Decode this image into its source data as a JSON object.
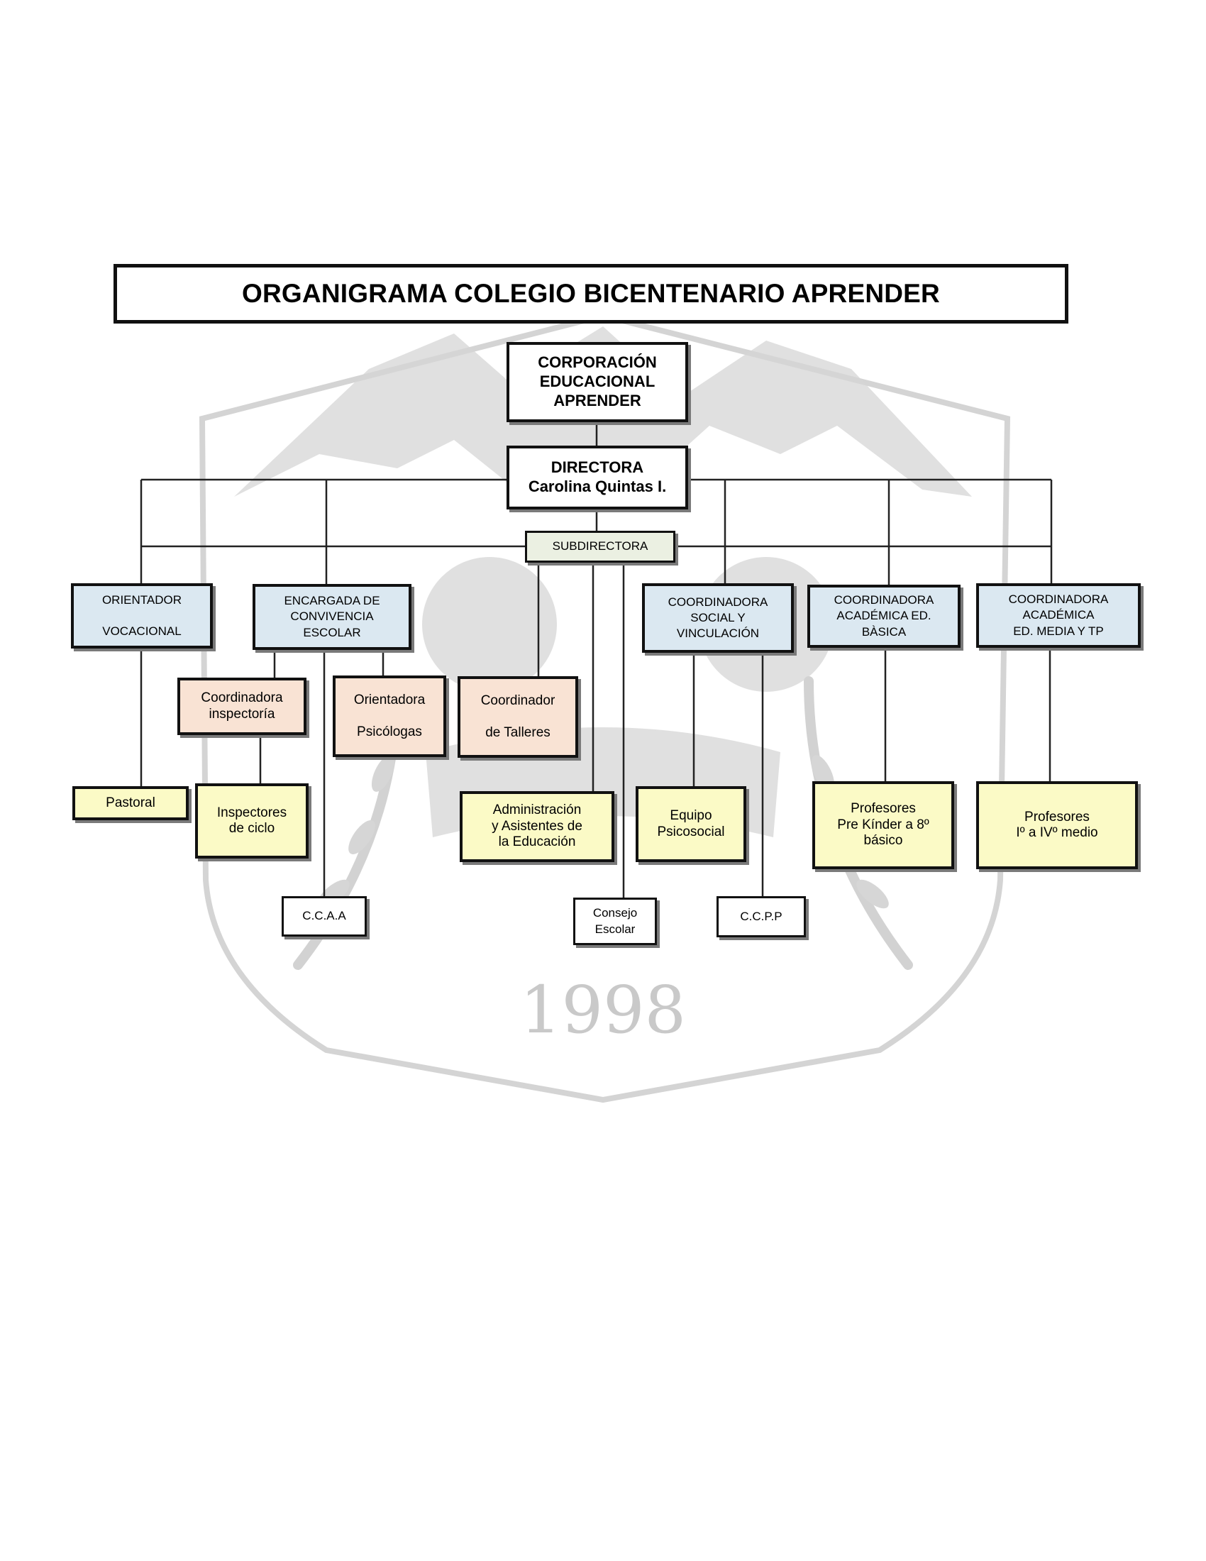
{
  "title": "ORGANIGRAMA COLEGIO BICENTENARIO  APRENDER",
  "watermark": {
    "year": "1998"
  },
  "nodes": {
    "corporacion": "CORPORACIÓN\nEDUCACIONAL\nAPRENDER",
    "directora": "DIRECTORA\nCarolina Quintas I.",
    "subdirectora": "SUBDIRECTORA",
    "orientador": "ORIENTADOR\n\nVOCACIONAL",
    "encargada_convivencia": "ENCARGADA DE\nCONVIVENCIA\nESCOLAR",
    "coord_social": "COORDINADORA\nSOCIAL Y\nVINCULACIÓN",
    "coord_basica": "COORDINADORA\nACADÉMICA ED.\nBÀSICA",
    "coord_media": "COORDINADORA\nACADÉMICA\nED. MEDIA Y TP",
    "coord_inspectoria": "Coordinadora\ninspectoría",
    "orientadora": "Orientadora\n\nPsicólogas",
    "coord_talleres": "Coordinador\n\nde Talleres",
    "pastoral": "Pastoral",
    "inspectores": "Inspectores\nde ciclo",
    "administracion": "Administración\ny Asistentes de\nla Educación",
    "equipo_psicosocial": "Equipo\nPsicosocial",
    "profesores_basica": "Profesores\nPre Kínder a 8º\nbásico",
    "profesores_media": "Profesores\nIº a IVº medio",
    "ccaa": "C.C.A.A",
    "consejo_escolar": "Consejo\nEscolar",
    "ccpp": "C.C.P.P"
  },
  "colors": {
    "blue": "#dbe8f1",
    "peach": "#f9e3d4",
    "yellow": "#fbfac6",
    "subdirectora": "#ebf0e2",
    "watermark": "#c9c9c9"
  }
}
